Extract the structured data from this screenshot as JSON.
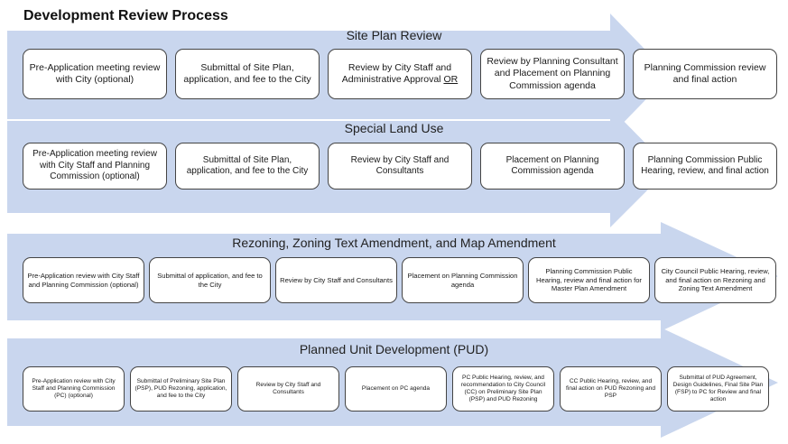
{
  "page_title": "Development Review Process",
  "colors": {
    "arrow": "#c9d6ee",
    "border": "#444444",
    "text": "#1a1a1a"
  },
  "sections": [
    {
      "title": "Site Plan Review",
      "steps": [
        {
          "text": "Pre-Application meeting review with City (optional)"
        },
        {
          "text": "Submittal of Site Plan, application, and fee to the City"
        },
        {
          "text": "Review by City Staff  and Administrative Approval",
          "emphasis": "OR"
        },
        {
          "text": "Review by Planning Consultant and Placement on Planning Commission agenda"
        },
        {
          "text": "Planning Commission review and final action"
        }
      ]
    },
    {
      "title": "Special Land Use",
      "steps": [
        {
          "text": "Pre-Application meeting review with City Staff and Planning Commission (optional)"
        },
        {
          "text": "Submittal of Site Plan, application, and fee to the City"
        },
        {
          "text": "Review by City Staff and Consultants"
        },
        {
          "text": "Placement on Planning Commission agenda"
        },
        {
          "text": "Planning Commission Public Hearing, review, and final action"
        }
      ]
    },
    {
      "title": "Rezoning, Zoning Text Amendment, and Map Amendment",
      "steps": [
        {
          "text": "Pre-Application review with City Staff and Planning Commission (optional)"
        },
        {
          "text": "Submittal of application, and fee to the City"
        },
        {
          "text": "Review by City Staff and Consultants"
        },
        {
          "text": "Placement on Planning Commission agenda"
        },
        {
          "text": "Planning Commission Public Hearing, review and final action for Master Plan Amendment"
        },
        {
          "text": "City Council Public Hearing, review, and final action on Rezoning and Zoning Text Amendment"
        }
      ]
    },
    {
      "title": "Planned Unit Development (PUD)",
      "steps": [
        {
          "text": "Pre-Application review with City Staff and Planning Commission (PC) (optional)"
        },
        {
          "text": "Submittal of Preliminary Site Plan (PSP), PUD Rezoning, application, and fee to the City"
        },
        {
          "text": "Review by City Staff and Consultants"
        },
        {
          "text": "Placement on PC agenda"
        },
        {
          "text": "PC Public Hearing, review, and recommendation to City Council (CC) on Preliminary Site Plan (PSP) and PUD Rezoning"
        },
        {
          "text": "CC Public Hearing, review, and final action on PUD Rezoning and PSP"
        },
        {
          "text": "Submittal of PUD Agreement, Design Guidelines, Final Site Plan (FSP) to PC for Review and final action"
        }
      ]
    }
  ]
}
